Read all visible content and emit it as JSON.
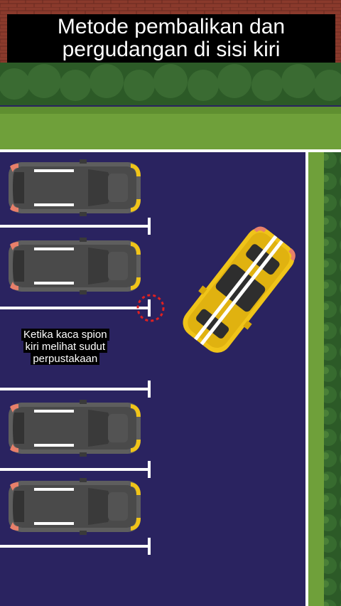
{
  "title": {
    "line1": "Metode pembalikan dan",
    "line2": "pergudangan di sisi kiri"
  },
  "caption": {
    "line1": "Ketika kaca spion",
    "line2": "kiri melihat sudut",
    "line3": "perpustakaan"
  },
  "colors": {
    "lot": "#2a2360",
    "grass": "#6fa03a",
    "hedge": "#2f5a2a",
    "brick": "#8a3a2c",
    "parked_car": "#5a5a5a",
    "moving_car": "#f0c419",
    "lines": "#ffffff",
    "target_marker": "#e02020"
  },
  "icons": [
    "parked-car-icon",
    "yellow-car-icon",
    "mirror-target-icon"
  ]
}
